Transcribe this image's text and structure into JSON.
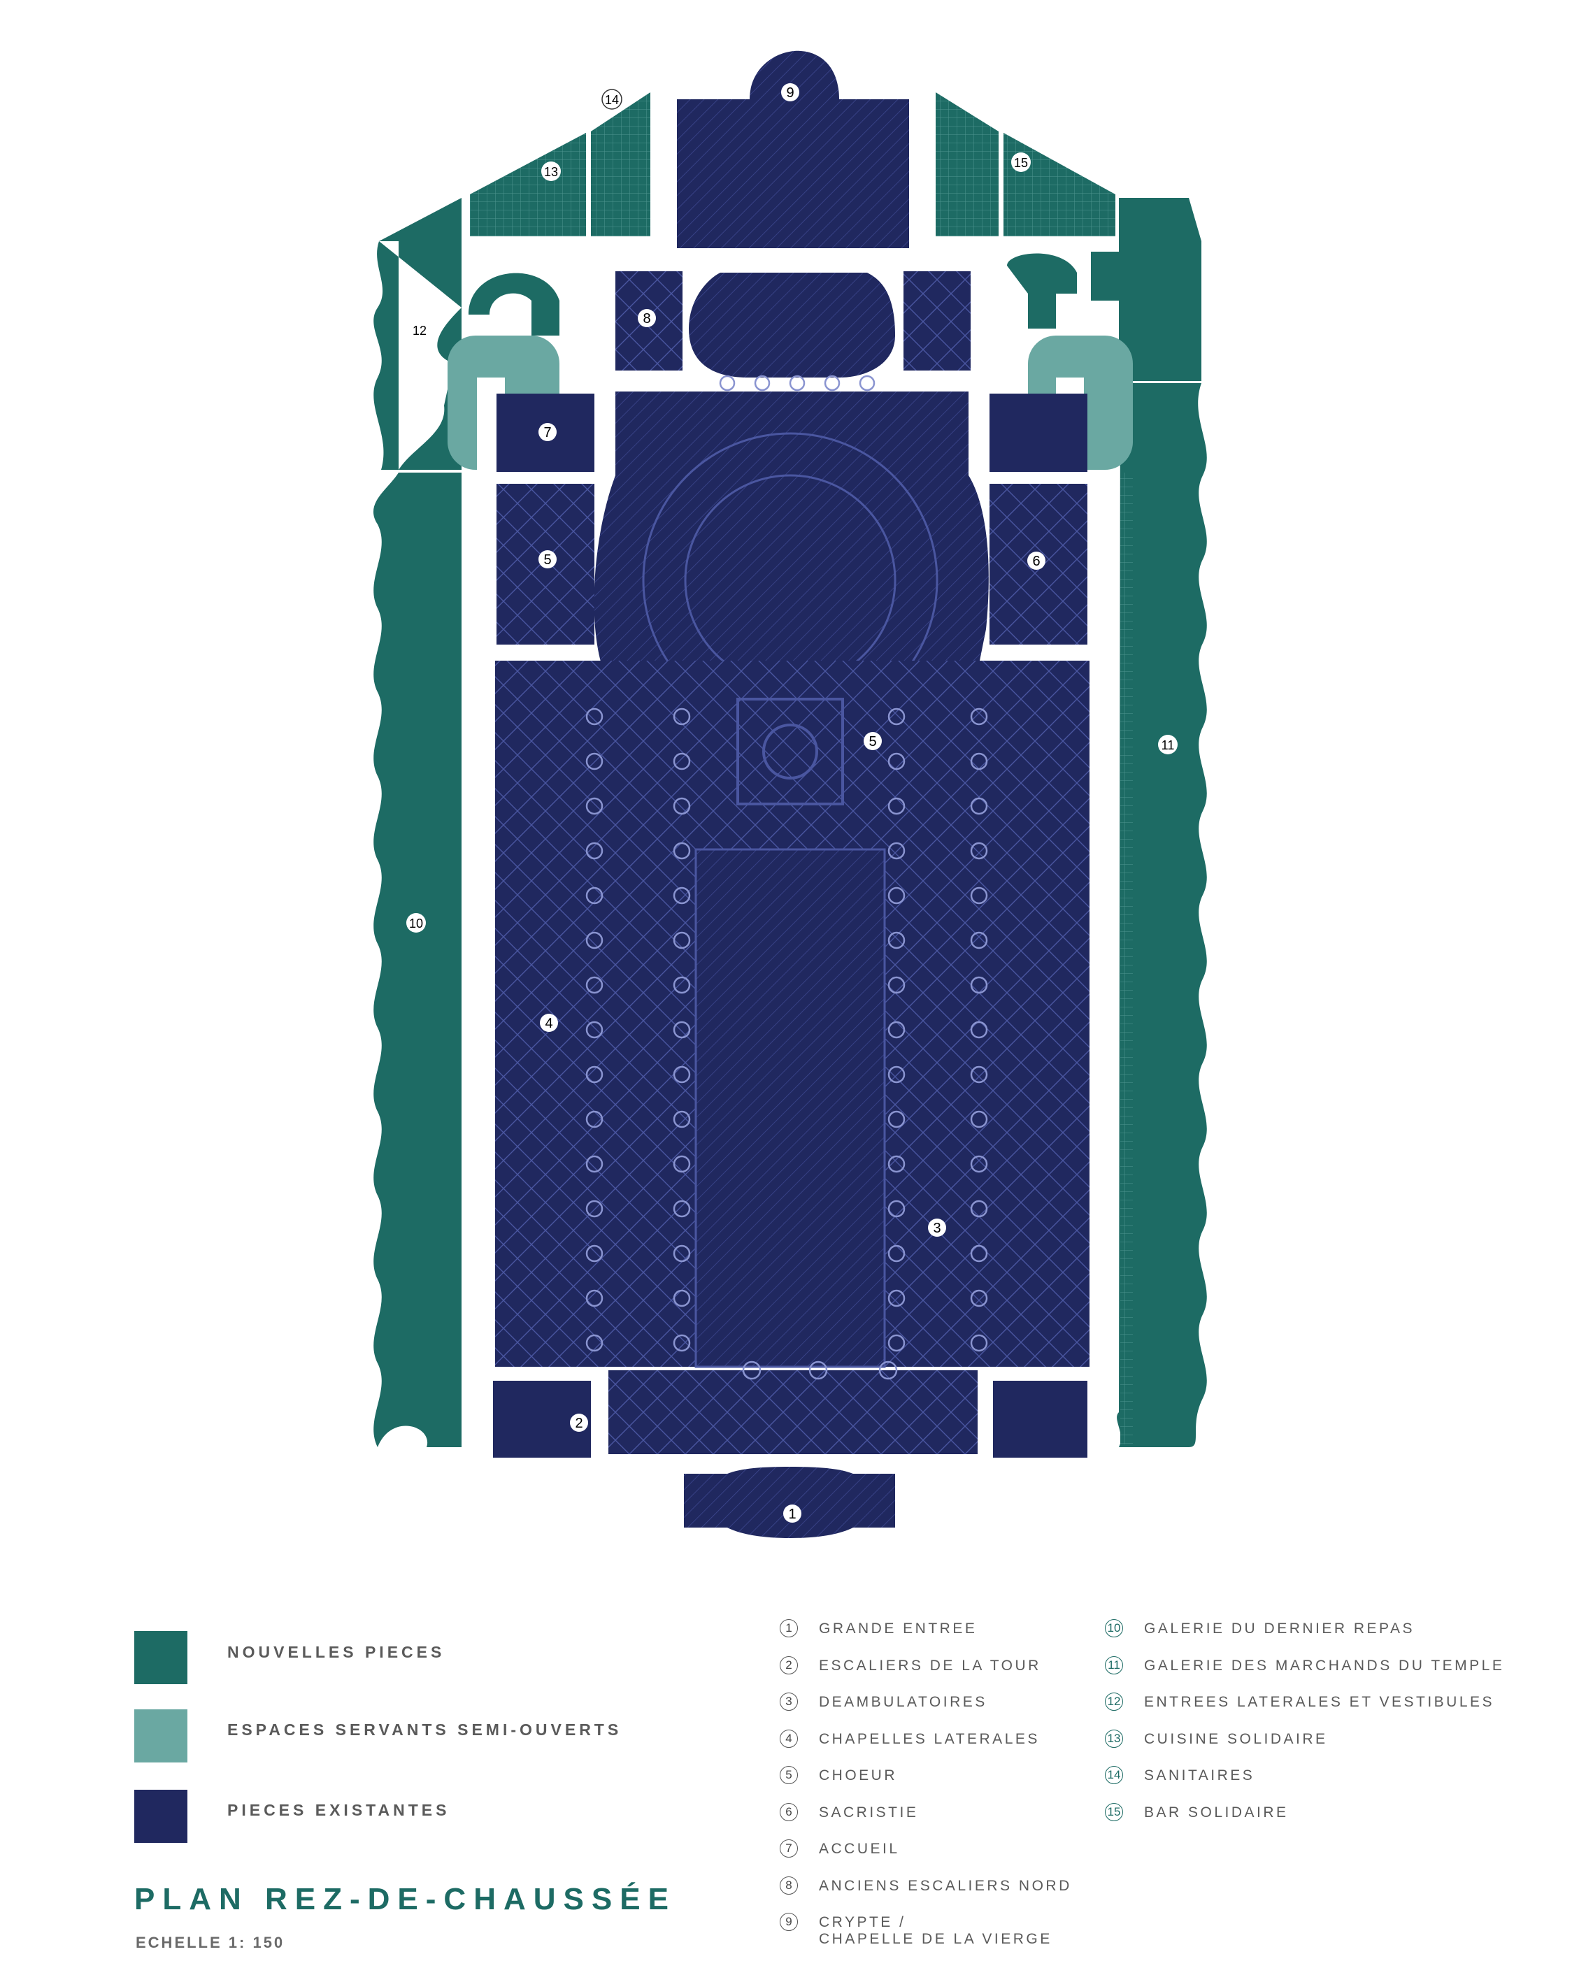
{
  "colors": {
    "new_rooms": "#1d6b64",
    "semi_open": "#6aa8a2",
    "existing": "#20285f",
    "existing_line": "#4a56a0",
    "background": "#ffffff"
  },
  "legend": {
    "items": [
      {
        "label": "NOUVELLES PIECES",
        "color": "#1d6b64"
      },
      {
        "label": "ESPACES SERVANTS SEMI-OUVERTS",
        "color": "#6aa8a2"
      },
      {
        "label": "PIECES EXISTANTES",
        "color": "#20285f"
      }
    ]
  },
  "key": {
    "column1": [
      {
        "num": "1",
        "label": "GRANDE ENTREE"
      },
      {
        "num": "2",
        "label": "ESCALIERS DE LA TOUR"
      },
      {
        "num": "3",
        "label": "DEAMBULATOIRES"
      },
      {
        "num": "4",
        "label": "CHAPELLES LATERALES"
      },
      {
        "num": "5",
        "label": "CHOEUR"
      },
      {
        "num": "6",
        "label": "SACRISTIE"
      },
      {
        "num": "7",
        "label": "ACCUEIL"
      },
      {
        "num": "8",
        "label": "ANCIENS ESCALIERS NORD"
      },
      {
        "num": "9",
        "label": "CRYPTE /\nCHAPELLE DE LA VIERGE"
      }
    ],
    "column2": [
      {
        "num": "10",
        "label": "GALERIE DU DERNIER REPAS"
      },
      {
        "num": "11",
        "label": "GALERIE DES MARCHANDS DU TEMPLE"
      },
      {
        "num": "12",
        "label": "ENTREES LATERALES ET VESTIBULES"
      },
      {
        "num": "13",
        "label": "CUISINE SOLIDAIRE"
      },
      {
        "num": "14",
        "label": "SANITAIRES"
      },
      {
        "num": "15",
        "label": "BAR SOLIDAIRE"
      }
    ]
  },
  "plan_labels": [
    "1",
    "2",
    "3",
    "4",
    "5",
    "5",
    "6",
    "7",
    "8",
    "9",
    "10",
    "11",
    "12",
    "13",
    "14",
    "15"
  ],
  "title": "PLAN REZ-DE-CHAUSSÉE",
  "scale": "ECHELLE 1: 150"
}
